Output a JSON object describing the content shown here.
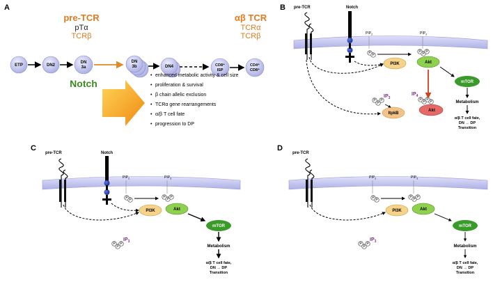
{
  "panels": {
    "A": {
      "label": "A",
      "pretcr_title": "pre-TCR",
      "pta": "pTα",
      "tcrb": "TCRβ",
      "abtcr_title": "αβ TCR",
      "tcra": "TCRα",
      "tcrb2": "TCRβ",
      "notch": "Notch",
      "stages": {
        "etp": "ETP",
        "dn2": "DN2",
        "dn3a_1": "DN",
        "dn3a_2": "3a",
        "dn3b_1": "DN",
        "dn3b_2": "3b",
        "dn4": "DN4",
        "isp_1": "CD8⁺",
        "isp_2": "ISP",
        "dp_1": "CD4⁺",
        "dp_2": "CD8⁺"
      },
      "outcomes": [
        "enhanced metabolic activity & cell size",
        "proliferation & survival",
        "β chain allelic exclusion",
        "TCRα gene rearrangements",
        "α/β T cell fate",
        "progression to DP"
      ],
      "bullet": "•"
    },
    "B": {
      "label": "B",
      "pretcr": "pre-TCR",
      "notch": "Notch",
      "pip2": "PIP",
      "pip2_sub": "2",
      "pip3": "PIP",
      "pip3_sub": "3",
      "pi3k": "PI3K",
      "akt": "Akt",
      "mtor": "mTOR",
      "ip3": "IP",
      "ip3_sub": "3",
      "ip4": "IP",
      "ip4_sub": "4",
      "itpkb": "ItpkB",
      "akt2": "Akt",
      "metabolism": "Metabolism",
      "fate1": "α/β T cell fate,",
      "fate2": "DN → DP",
      "fate3": "Transition"
    },
    "C": {
      "label": "C",
      "pretcr": "pre-TCR",
      "notch": "Notch",
      "pip2": "PIP",
      "pip2_sub": "2",
      "pip3": "PIP",
      "pip3_sub": "3",
      "pi3k": "PI3K",
      "akt": "Akt",
      "mtor": "mTOR",
      "ip3": "IP",
      "ip3_sub": "3",
      "metabolism": "Metabolism",
      "fate1": "α/β T cell fate,",
      "fate2": "DN → DP",
      "fate3": "Transition"
    },
    "D": {
      "label": "D",
      "pretcr": "pre-TCR",
      "pip2": "PIP",
      "pip2_sub": "2",
      "pip3": "PIP",
      "pip3_sub": "3",
      "pi3k": "PI3K",
      "akt": "Akt",
      "mtor": "mTOR",
      "ip3": "IP",
      "ip3_sub": "3",
      "metabolism": "Metabolism",
      "fate1": "α/β T cell fate,",
      "fate2": "DN → DP",
      "fate3": "Transition"
    }
  },
  "p_letter": "P",
  "colors": {
    "orange": "#e07b1f",
    "green": "#3d8a22",
    "purple": "#7b2a8c",
    "cell": "#c9cbf0",
    "pi3k": "#f5d38a",
    "akt": "#8fd14f",
    "mtor": "#3a9a2a",
    "itpkb": "#f3c389",
    "akt_red": "#e46a6a",
    "membrane": "#c5c7ef",
    "arrow_orange": "#f5a623"
  }
}
